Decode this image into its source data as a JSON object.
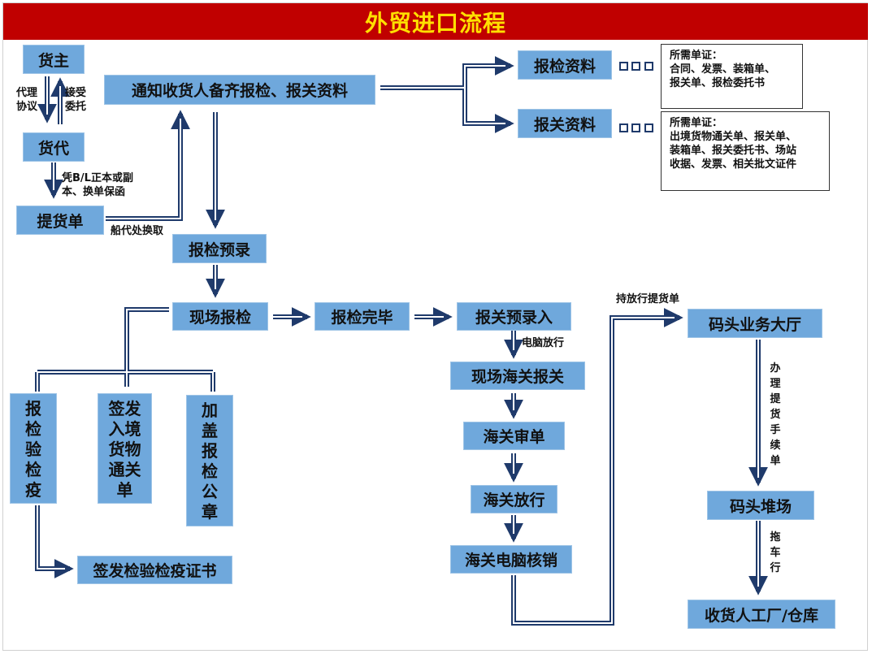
{
  "title": "外贸进口流程",
  "nodes": {
    "owner": "货主",
    "forwarder": "货代",
    "delivery_order": "提货单",
    "notify": "通知收货人备齐报检、报关资料",
    "inspection_docs": "报检资料",
    "customs_docs": "报关资料",
    "inspection_preentry": "报检预录",
    "onsite_inspection": "现场报检",
    "inspection_done": "报检完毕",
    "customs_preentry": "报关预录入",
    "onsite_customs": "现场海关报关",
    "customs_review": "海关审单",
    "customs_release": "海关放行",
    "customs_writeoff": "海关电脑核销",
    "quay_hall": "码头业务大厅",
    "quay_yard": "码头堆场",
    "consignee_factory": "收货人工厂/仓库",
    "quarantine": "报检验检疫",
    "entry_clearance": "签发入境货物通关单",
    "seal": "加盖报检公章",
    "certificate": "签发检验检疫证书"
  },
  "notes": {
    "inspection": {
      "head": "所需单证：",
      "lines": [
        "合同、发票、装箱单、",
        "报关单、报检委托书"
      ]
    },
    "customs": {
      "head": "所需单证：",
      "lines": [
        "出境货物通关单、报关单、",
        "装箱单、报关委托书、场站",
        "收据、发票、相关批文证件"
      ]
    }
  },
  "labels": {
    "agency": "代理协议",
    "accept": "接受委托",
    "bl": "凭B/L正本或副本、换单保函",
    "exchange": "船代处换取",
    "computer_release": "电脑放行",
    "hold_release": "持放行提货单",
    "handle": "办理提货手续单",
    "tow": "拖车行"
  },
  "colors": {
    "title_bg": "#c00000",
    "title_text": "#ffe000",
    "box": "#6fa8dc",
    "arrow": "#1f3a6b"
  }
}
